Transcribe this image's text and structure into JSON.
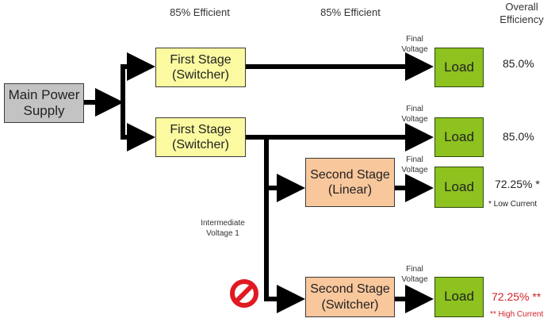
{
  "headers": {
    "first_efficiency": "85% Efficient",
    "second_efficiency": "85% Efficient",
    "overall_line1": "Overall",
    "overall_line2": "Efficiency"
  },
  "main_supply": {
    "line1": "Main Power",
    "line2": "Supply"
  },
  "first_stages": [
    {
      "line1": "First Stage",
      "line2": "(Switcher)"
    },
    {
      "line1": "First Stage",
      "line2": "(Switcher)"
    }
  ],
  "second_stages": [
    {
      "line1": "Second Stage",
      "line2": "(Linear)"
    },
    {
      "line1": "Second Stage",
      "line2": "(Switcher)"
    }
  ],
  "final_voltage": {
    "line1": "Final",
    "line2": "Voltage"
  },
  "intermediate": {
    "line1": "Intermediate",
    "line2": "Voltage 1"
  },
  "loads": [
    {
      "label": "Load",
      "efficiency": "85.0%",
      "note": ""
    },
    {
      "label": "Load",
      "efficiency": "85.0%",
      "note": ""
    },
    {
      "label": "Load",
      "efficiency": "72.25% *",
      "note": "* Low Current"
    },
    {
      "label": "Load",
      "efficiency": "72.25% **",
      "note": "** High Current"
    }
  ],
  "icons": {
    "prohibited": "prohibition-icon"
  },
  "colors": {
    "main_supply": "#c3c3c3",
    "first_stage": "#fbfaa0",
    "second_stage": "#f9c79c",
    "load": "#8dc21f",
    "warning_text": "#d0202a"
  }
}
